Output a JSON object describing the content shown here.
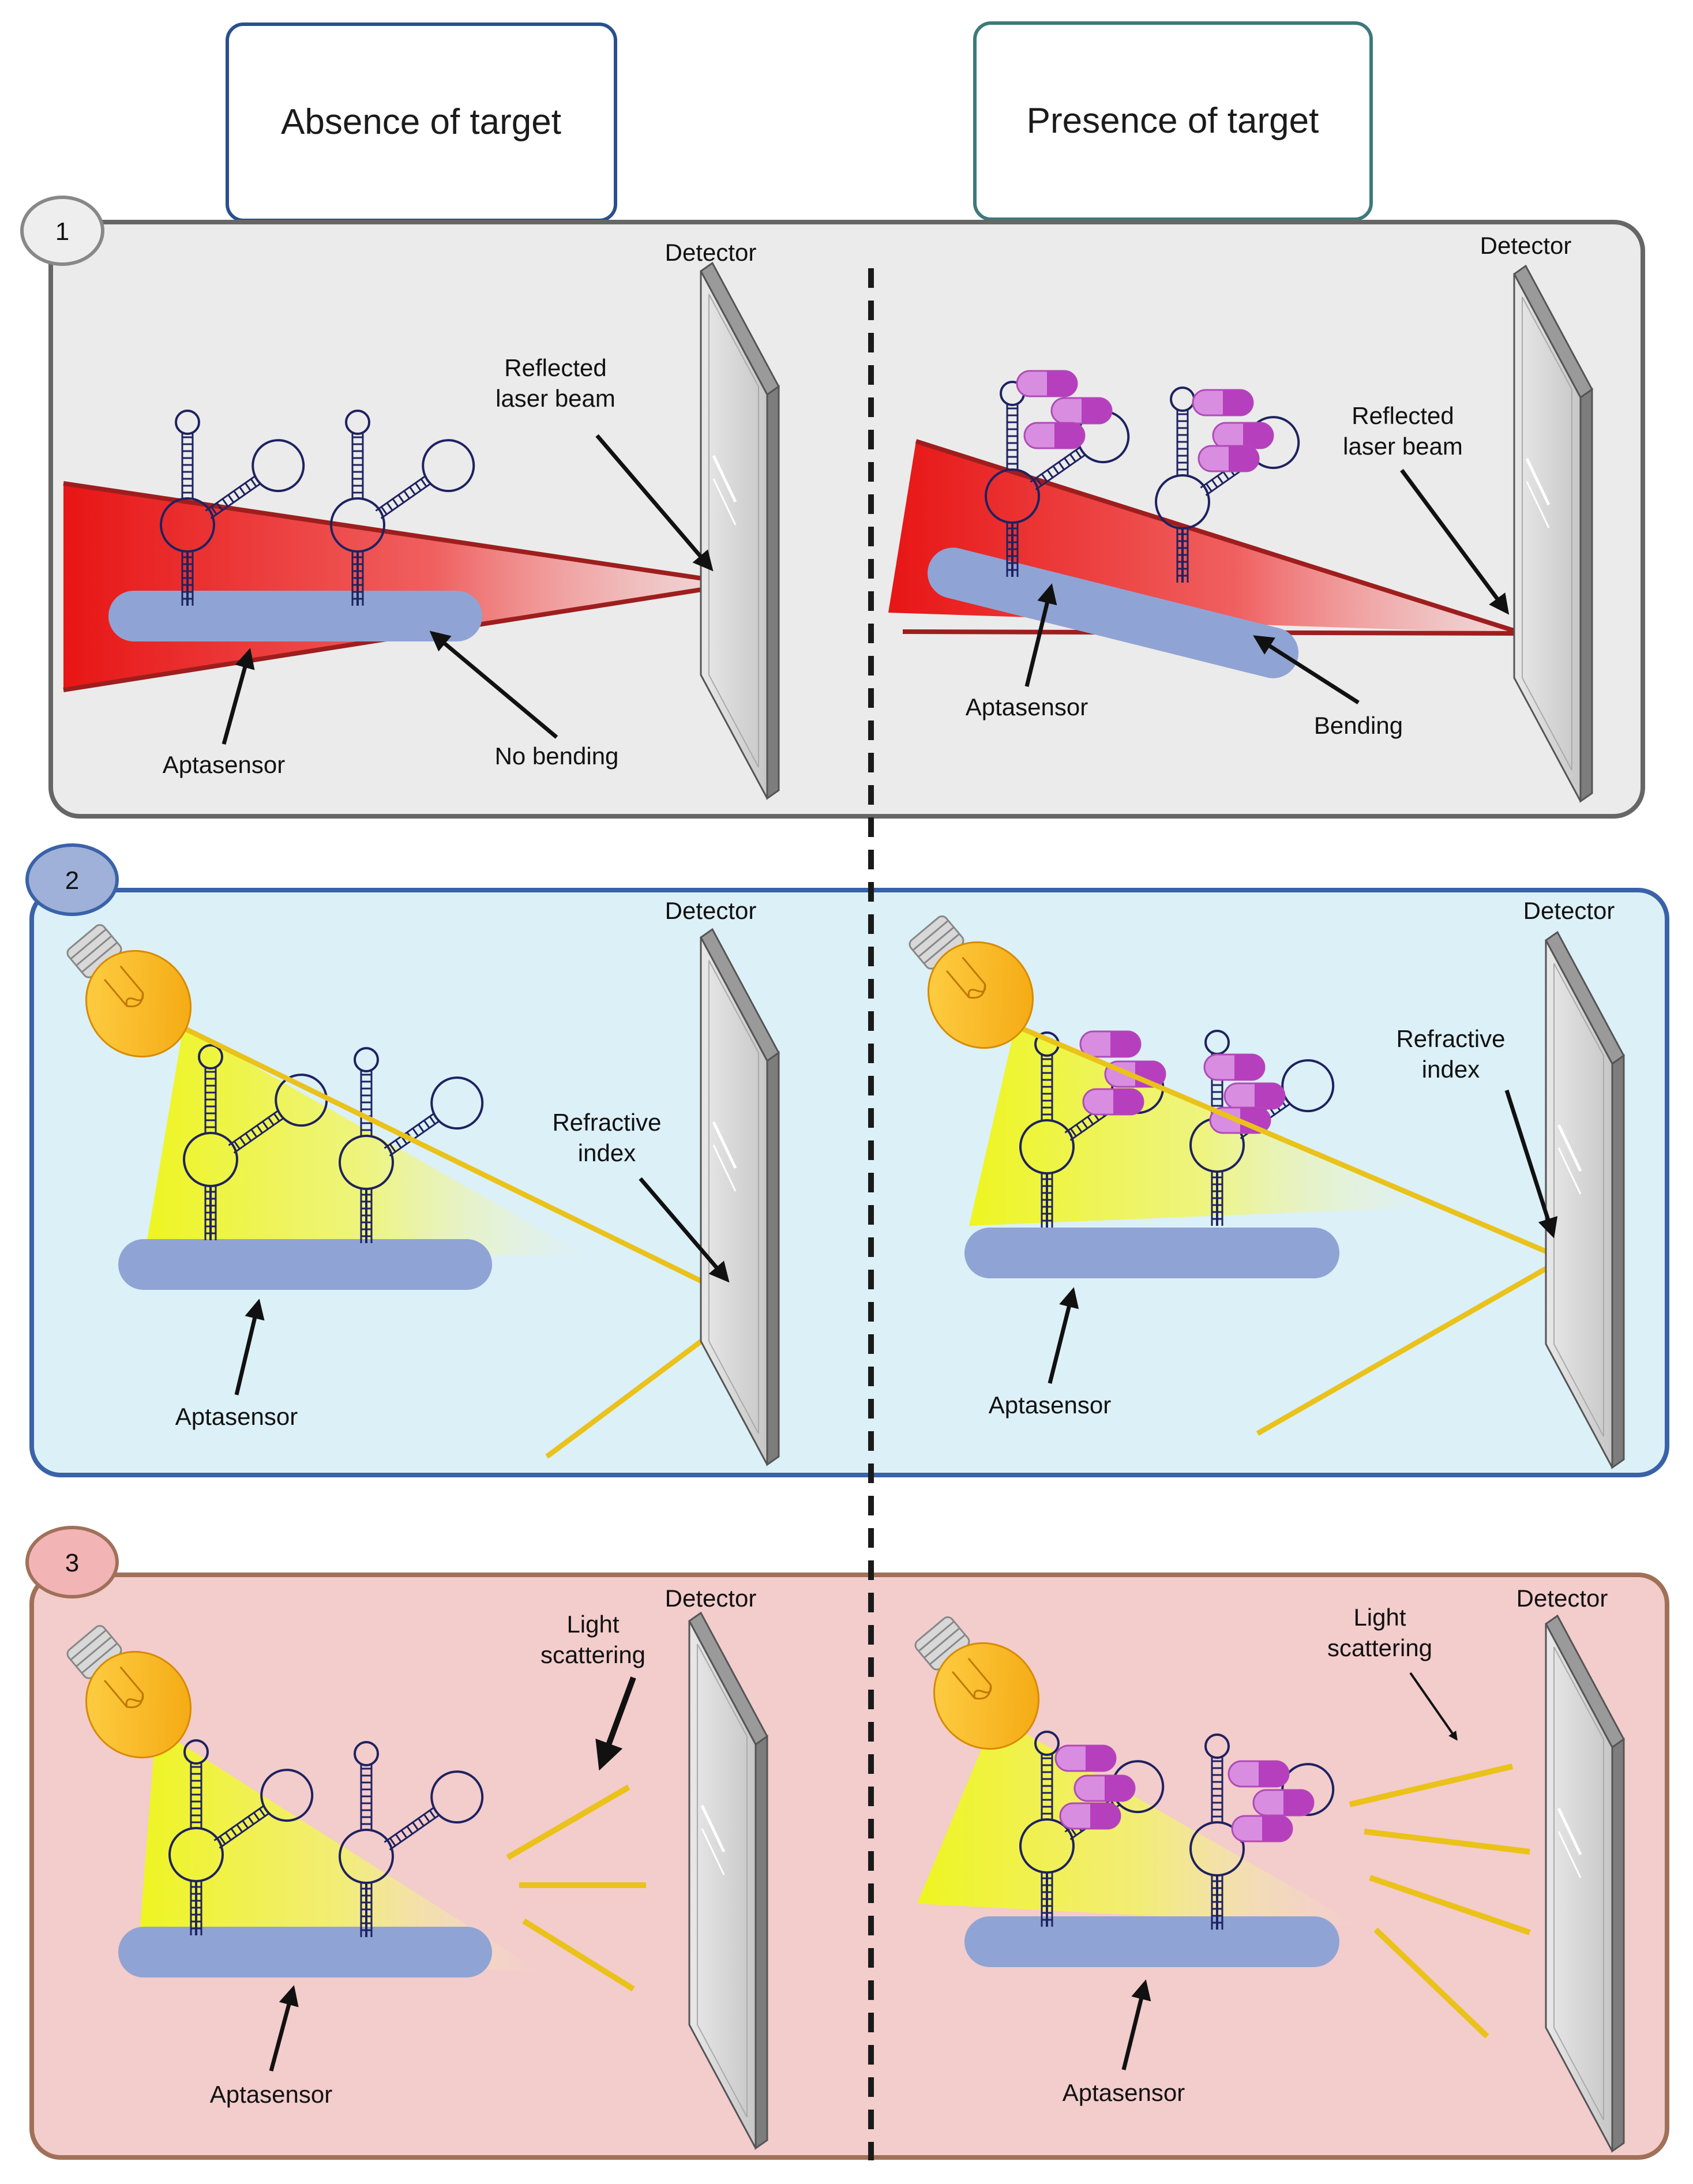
{
  "headers": {
    "absence": "Absence of target",
    "presence": "Presence of target"
  },
  "panels": [
    {
      "number": "1",
      "bg": "#ebebeb",
      "border": "#666666",
      "badge_bg": "#eeeeee",
      "badge_border": "#888888",
      "left": {
        "detector": "Detector",
        "beam_line1": "Reflected",
        "beam_line2": "laser beam",
        "aptasensor": "Aptasensor",
        "state": "No bending"
      },
      "right": {
        "detector": "Detector",
        "beam_line1": "Reflected",
        "beam_line2": "laser beam",
        "aptasensor": "Aptasensor",
        "state": "Bending"
      }
    },
    {
      "number": "2",
      "bg": "#dcf0f7",
      "border": "#3a62a8",
      "badge_bg": "#9fb1d8",
      "badge_border": "#3a62a8",
      "left": {
        "detector": "Detector",
        "index_line1": "Refractive",
        "index_line2": "index",
        "aptasensor": "Aptasensor"
      },
      "right": {
        "detector": "Detector",
        "index_line1": "Refractive",
        "index_line2": "index",
        "aptasensor": "Aptasensor"
      }
    },
    {
      "number": "3",
      "bg": "#f3cccc",
      "border": "#a07058",
      "badge_bg": "#f2b4b4",
      "badge_border": "#a07058",
      "left": {
        "detector": "Detector",
        "scatter_line1": "Light",
        "scatter_line2": "scattering",
        "aptasensor": "Aptasensor"
      },
      "right": {
        "detector": "Detector",
        "scatter_line1": "Light",
        "scatter_line2": "scattering",
        "aptasensor": "Aptasensor"
      }
    }
  ],
  "colors": {
    "laser": "#e01010",
    "light_beam": "#eac21a",
    "light_cone": "#eef520",
    "sensor": "#8fa4d4",
    "aptamer": "#1e2260",
    "target_pill": "#c04ec8"
  }
}
